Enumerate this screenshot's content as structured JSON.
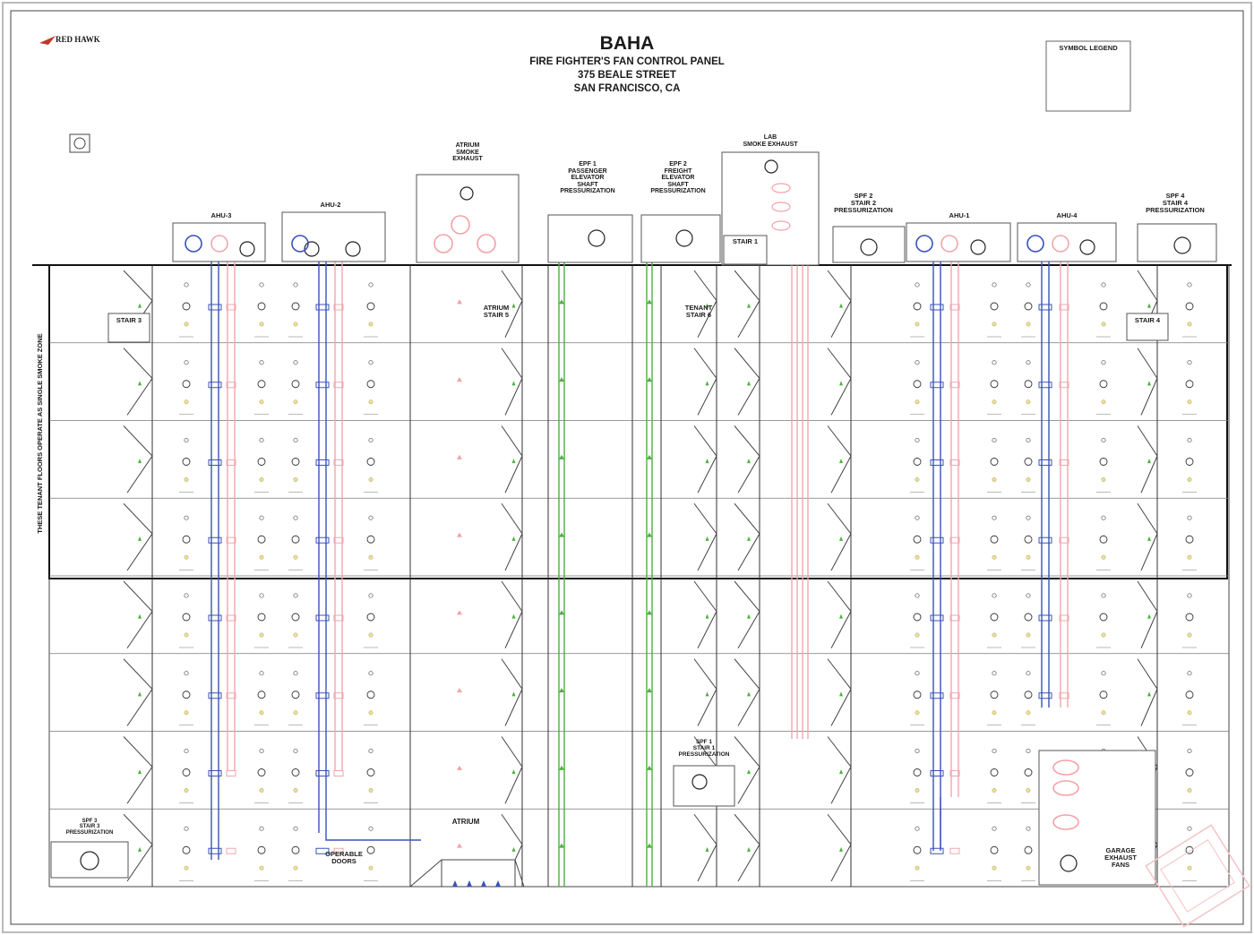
{
  "title": {
    "name": "BAHA",
    "subtitle": "FIRE FIGHTER'S FAN CONTROL PANEL",
    "address": "375 BEALE STREET",
    "city": "SAN FRANCISCO, CA"
  },
  "logo": {
    "name": "RED HAWK"
  },
  "legend": {
    "title": "SYMBOL LEGEND"
  },
  "side_note": "THESE TENANT FLOORS OPERATE AS SINGLE SMOKE ZONE",
  "systems": {
    "ahu3": "AHU-3",
    "ahu2": "AHU-2",
    "atrium_exhaust": [
      "ATRIUM",
      "SMOKE",
      "EXHAUST"
    ],
    "epf1": [
      "EPF 1",
      "PASSENGER",
      "ELEVATOR",
      "SHAFT",
      "PRESSURIZATION"
    ],
    "epf2": [
      "EPF 2",
      "FREIGHT",
      "ELEVATOR",
      "SHAFT",
      "PRESSURIZATION"
    ],
    "lab_exhaust": [
      "LAB",
      "SMOKE EXHAUST"
    ],
    "spf2": [
      "SPF 2",
      "STAIR 2",
      "PRESSURIZATION"
    ],
    "ahu1": "AHU-1",
    "ahu4": "AHU-4",
    "spf4": [
      "SPF 4",
      "STAIR 4",
      "PRESSURIZATION"
    ],
    "spf3": [
      "SPF 3",
      "STAIR 3",
      "PRESSURIZATION"
    ],
    "spf1": [
      "SPF 1",
      "STAIR 1",
      "PRESSURIZATION"
    ],
    "garage": [
      "GARAGE",
      "EXHAUST",
      "FANS"
    ]
  },
  "stairs": {
    "stair3": "STAIR 3",
    "atrium_stair5": [
      "ATRIUM",
      "STAIR 5"
    ],
    "tenant_stair6": [
      "TENANT",
      "STAIR 6"
    ],
    "stair1": "STAIR 1",
    "stair4": "STAIR 4"
  },
  "bottom": {
    "atrium": "ATRIUM",
    "operable_doors": [
      "OPERABLE",
      "DOORS"
    ]
  },
  "floor_count": 8,
  "colors": {
    "supply": "#3a52b8",
    "return": "#f0a7ad",
    "pressurization": "#4caf3e",
    "exhaust": "#f3a1a8",
    "line": "#333333",
    "frame": "#111111"
  }
}
